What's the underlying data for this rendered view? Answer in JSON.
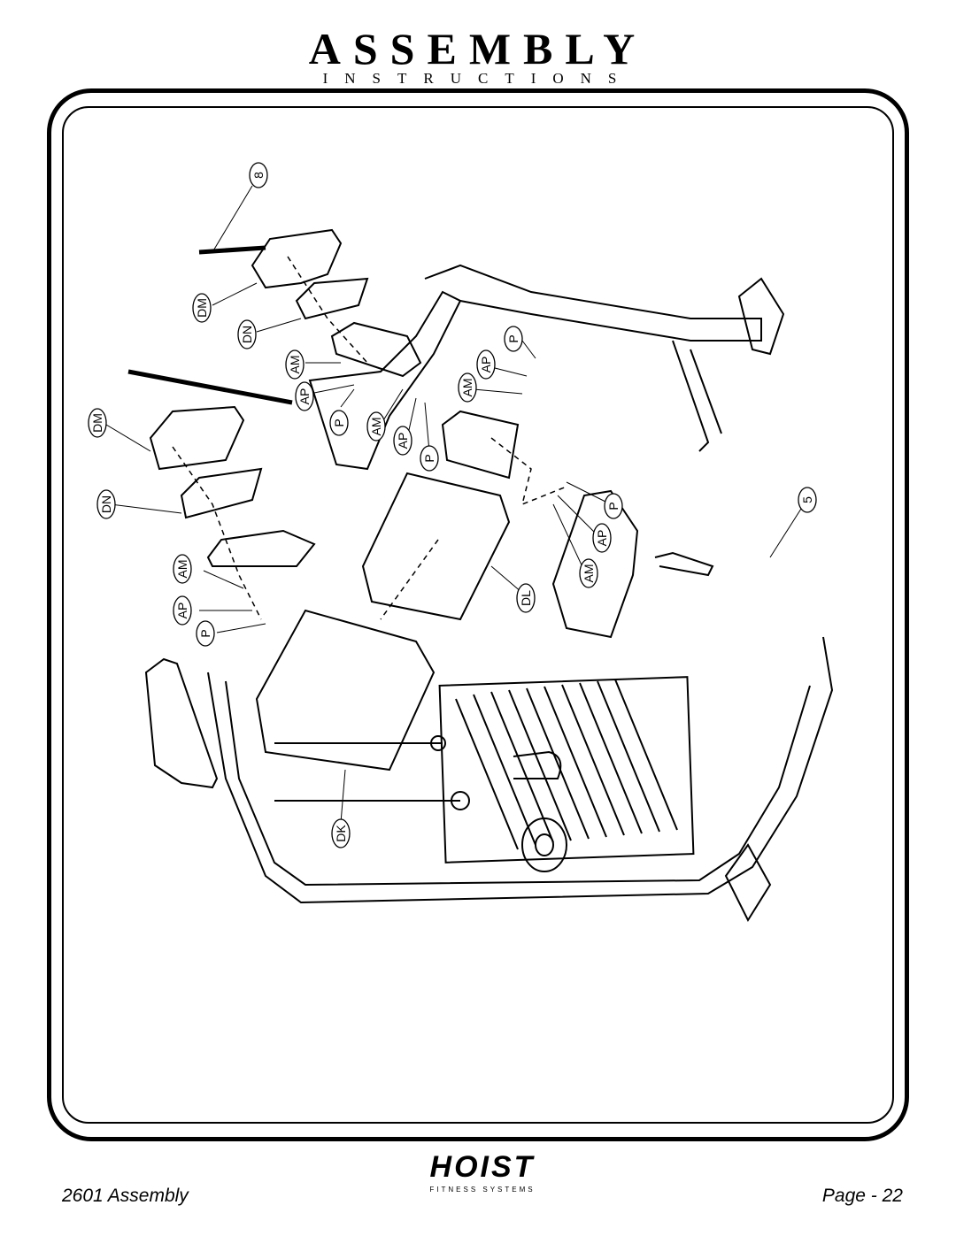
{
  "header": {
    "title": "ASSEMBLY",
    "subtitle": "INSTRUCTIONS"
  },
  "diagram": {
    "callouts": [
      "8",
      "DM",
      "DN",
      "AM",
      "AP",
      "P",
      "AM",
      "AP",
      "P",
      "DM",
      "DN",
      "AM",
      "AP",
      "P",
      "AM",
      "AP",
      "P",
      "5",
      "DL",
      "DK"
    ]
  },
  "footer": {
    "left": "2601 Assembly",
    "right": "Page - 22",
    "logo": "HOIST",
    "logo_sub": "FITNESS SYSTEMS"
  }
}
